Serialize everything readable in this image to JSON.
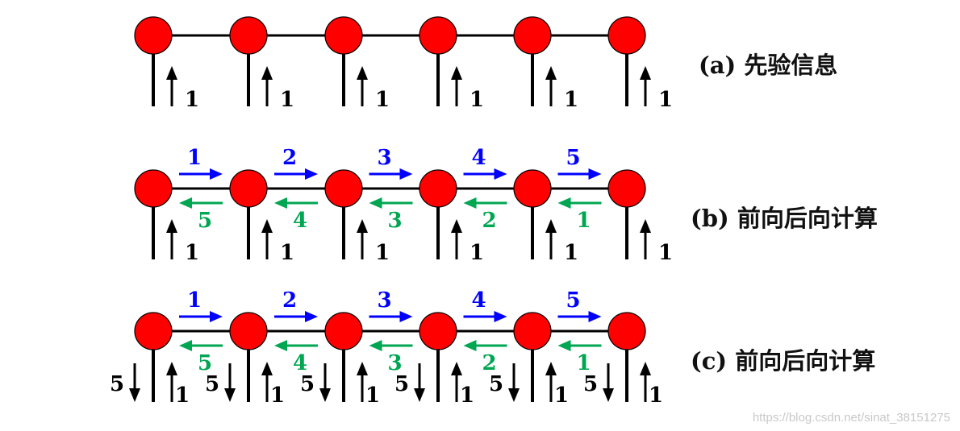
{
  "colors": {
    "node": "#ff0000",
    "node_stroke": "#000000",
    "line": "#000000",
    "forward": "#0000ff",
    "backward": "#00a651",
    "evidence": "#000000"
  },
  "panels": [
    {
      "caption": "(a)  先验信息",
      "up_labels": [
        "1",
        "1",
        "1",
        "1",
        "1",
        "1"
      ],
      "forward_labels": [],
      "backward_labels": [],
      "down_labels": []
    },
    {
      "caption": "(b)  前向后向计算",
      "up_labels": [
        "1",
        "1",
        "1",
        "1",
        "1",
        "1"
      ],
      "forward_labels": [
        "1",
        "2",
        "3",
        "4",
        "5"
      ],
      "backward_labels": [
        "5",
        "4",
        "3",
        "2",
        "1"
      ],
      "down_labels": []
    },
    {
      "caption": "(c)  前向后向计算",
      "up_labels": [
        "1",
        "1",
        "1",
        "1",
        "1",
        "1"
      ],
      "forward_labels": [
        "1",
        "2",
        "3",
        "4",
        "5"
      ],
      "backward_labels": [
        "5",
        "4",
        "3",
        "2",
        "1"
      ],
      "down_labels": [
        "5",
        "5",
        "5",
        "5",
        "5",
        "5"
      ]
    }
  ],
  "watermark": "https://blog.csdn.net/sinat_38151275"
}
